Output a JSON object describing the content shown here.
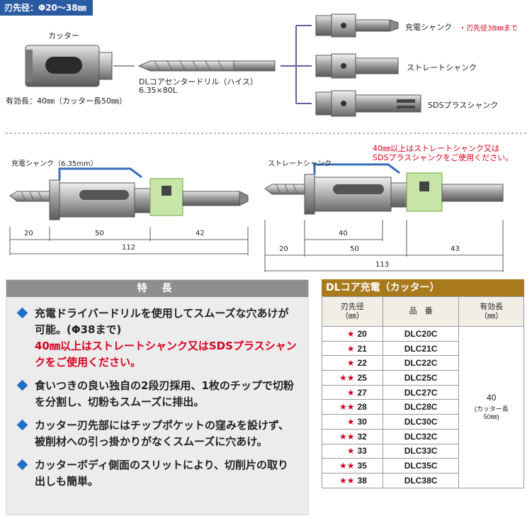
{
  "header": {
    "tag": "刃先径：Φ20〜38㎜"
  },
  "top_diagram": {
    "cutter_label": "カッター",
    "effective_length": "有効長：40㎜（カッター長50㎜）",
    "drill_label_1": "DLコアセンタードリル（ハイス）",
    "drill_label_2": "6.35×80L",
    "shank_1": "充電シャンク",
    "shank_1_note": "・刃先径38㎜まで",
    "shank_2": "ストレートシャンク",
    "shank_3": "SDSプラスシャンク"
  },
  "mid_diagram": {
    "left_title": "充電シャンク（6.35mm）",
    "right_title": "ストレートシャンク",
    "right_note_1": "40㎜以上はストレートシャンク又は",
    "right_note_2": "SDSプラスシャンクをご使用ください。",
    "left_dims": {
      "d1": "20",
      "d2": "50",
      "d3": "42",
      "total": "112"
    },
    "right_dims": {
      "d0": "40",
      "d1": "20",
      "d2": "50",
      "d3": "43",
      "total": "113"
    }
  },
  "features": {
    "title": "特 長",
    "items": [
      {
        "text": "充電ドライバードリルを使用してスムーズな穴あけが可能。(Φ38まで)",
        "red": "40㎜以上はストレートシャンク又はSDSプラスシャンクをご使用ください。"
      },
      {
        "text": "食いつきの良い独自の2段刃採用、1枚のチップで切粉を分割し、切粉もスムーズに排出。",
        "red": ""
      },
      {
        "text": "カッター刃先部にはチップポケットの窪みを設けず、被削材への引っ掛かりがなくスムーズに穴あけ。",
        "red": ""
      },
      {
        "text": "カッターボディ側面のスリットにより、切削片の取り出しも簡単。",
        "red": ""
      }
    ]
  },
  "table": {
    "title": "DLコア充電（カッター）",
    "headers": {
      "dia": "刃先径",
      "dia_unit": "（㎜）",
      "part": "品　番",
      "len": "有効長",
      "len_unit": "（㎜）"
    },
    "rows": [
      {
        "stars": "★",
        "dia": "20",
        "part": "DLC20C"
      },
      {
        "stars": "★",
        "dia": "21",
        "part": "DLC21C"
      },
      {
        "stars": "★",
        "dia": "22",
        "part": "DLC22C"
      },
      {
        "stars": "★★",
        "dia": "25",
        "part": "DLC25C"
      },
      {
        "stars": "★",
        "dia": "27",
        "part": "DLC27C"
      },
      {
        "stars": "★★",
        "dia": "28",
        "part": "DLC28C"
      },
      {
        "stars": "★",
        "dia": "30",
        "part": "DLC30C"
      },
      {
        "stars": "★★",
        "dia": "32",
        "part": "DLC32C"
      },
      {
        "stars": "★",
        "dia": "33",
        "part": "DLC33C"
      },
      {
        "stars": "★★",
        "dia": "35",
        "part": "DLC35C"
      },
      {
        "stars": "★★",
        "dia": "38",
        "part": "DLC38C"
      }
    ],
    "length_value": "40",
    "length_note_1": "カッター長",
    "length_note_2": "50㎜"
  }
}
